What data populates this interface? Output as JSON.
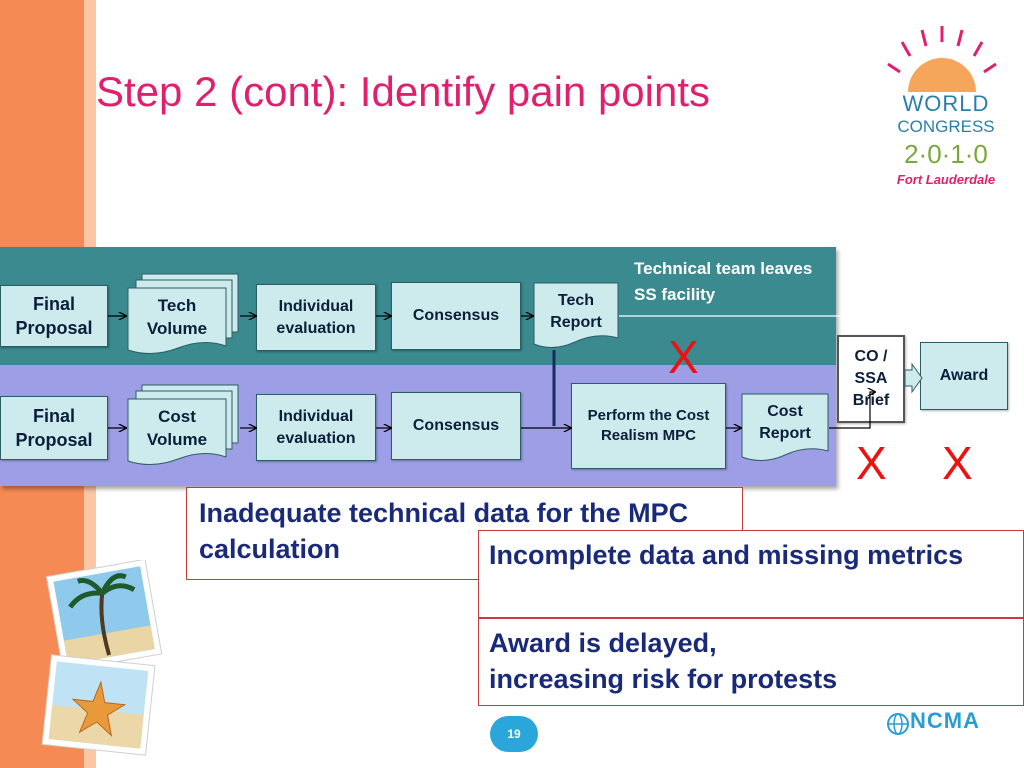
{
  "slide": {
    "title": "Step 2 (cont): Identify pain points",
    "page_number": "19"
  },
  "diagram": {
    "tech_lane": {
      "final_proposal": "Final Proposal",
      "volume": "Tech Volume",
      "evaluation": "Individual evaluation",
      "consensus": "Consensus",
      "report": "Tech Report",
      "note": "Technical team leaves SS facility"
    },
    "cost_lane": {
      "final_proposal": "Final Proposal",
      "volume": "Cost Volume",
      "evaluation": "Individual evaluation",
      "consensus": "Consensus",
      "realism": "Perform the Cost Realism MPC",
      "report": "Cost Report"
    },
    "co_ssa_brief": "CO / SSA Brief",
    "award": "Award",
    "x_mark": "X"
  },
  "callouts": {
    "inadequate": "Inadequate technical data for the MPC calculation",
    "incomplete": "Incomplete data and missing metrics",
    "delayed_line1": "Award is delayed,",
    "delayed_line2": "increasing risk for protests"
  },
  "logos": {
    "world_congress_line1": "WORLD",
    "world_congress_line2": "CONGRESS",
    "world_congress_year": "2·0·1·0",
    "world_congress_place": "Fort Lauderdale",
    "ncma": "NCMA"
  },
  "colors": {
    "title": "#e0206c",
    "tech_lane": "#3a8a90",
    "cost_lane": "#9d9ee6",
    "box_fill": "#cdeaec",
    "x_mark": "#ee1111",
    "callout_text": "#1a2a7a"
  }
}
